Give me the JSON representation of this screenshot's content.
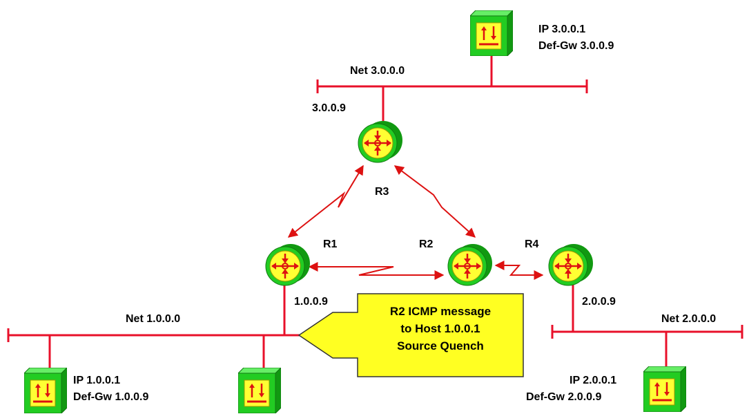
{
  "colors": {
    "network_line": "#e8102a",
    "device_green": "#22cc22",
    "device_green_dark": "#119911",
    "device_yellow": "#ffff33",
    "arrow_red": "#dd1111",
    "callout_fill": "#ffff22",
    "callout_stroke": "#333333"
  },
  "networks": {
    "net1": {
      "label": "Net 1.0.0.0"
    },
    "net2": {
      "label": "Net 2.0.0.0"
    },
    "net3": {
      "label": "Net 3.0.0.0"
    }
  },
  "routers": {
    "r1": {
      "label": "R1",
      "interface_ip": "1.0.0.9"
    },
    "r2": {
      "label": "R2"
    },
    "r3": {
      "label": "R3",
      "interface_ip": "3.0.0.9"
    },
    "r4": {
      "label": "R4",
      "interface_ip": "2.0.0.9"
    }
  },
  "hosts": {
    "host1": {
      "ip_line": "IP 1.0.0.1",
      "gw_line": "Def-Gw  1.0.0.9"
    },
    "host2": {
      "ip_line": "IP 2.0.0.1",
      "gw_line": "Def-Gw  2.0.0.9"
    },
    "host3": {
      "ip_line": "IP 3.0.0.1",
      "gw_line": "Def-Gw  3.0.0.9"
    }
  },
  "callout": {
    "line1": "R2  ICMP message",
    "line2": "to Host 1.0.0.1",
    "line3": "Source Quench"
  },
  "icons": {
    "router": "router-icon",
    "host": "host-icon"
  }
}
